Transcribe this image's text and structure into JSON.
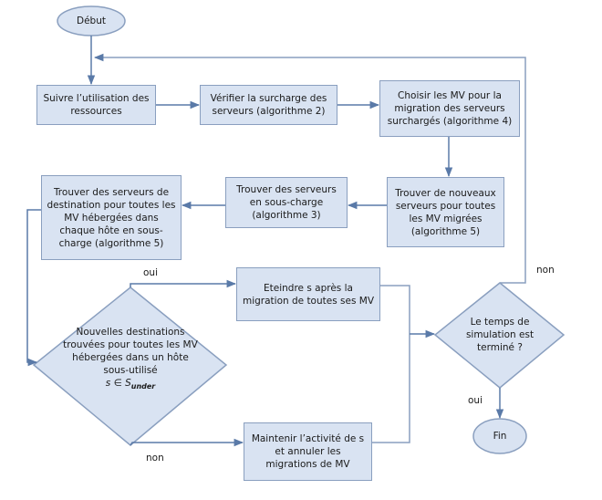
{
  "diagram": {
    "type": "flowchart",
    "colors": {
      "fill": "#d9e3f2",
      "stroke": "#8a9fbf",
      "arrow": "#5a7aa8",
      "text": "#1a1a1a"
    },
    "nodes": {
      "start": {
        "shape": "ellipse",
        "text": "Début"
      },
      "monitor": {
        "shape": "rect",
        "text": "Suivre l’utilisation des ressources"
      },
      "check_overload": {
        "shape": "rect",
        "text": "Vérifier la surcharge des serveurs (algorithme 2)"
      },
      "choose_vms": {
        "shape": "rect",
        "text": "Choisir les MV pour la migration des serveurs surchargés (algorithme 4)"
      },
      "find_new_servers": {
        "shape": "rect",
        "text": "Trouver de nouveaux serveurs pour toutes les MV migrées (algorithme  5)"
      },
      "find_underloaded": {
        "shape": "rect",
        "text": "Trouver des serveurs en sous-charge (algorithme 3)"
      },
      "find_destinations": {
        "shape": "rect",
        "text": "Trouver des serveurs de destination pour toutes les MV hébergées dans chaque hôte en sous-charge (algorithme 5)"
      },
      "decision_destinations": {
        "shape": "diamond",
        "text": "Nouvelles destinations trouvées pour toutes les MV hébergées dans un hôte sous-utilisé",
        "math_var": "s",
        "math_op": "∈",
        "math_set": "S",
        "math_sub": "under"
      },
      "shutdown": {
        "shape": "rect",
        "text": "Eteindre s après la migration de toutes ses MV"
      },
      "keep_active": {
        "shape": "rect",
        "text": "Maintenir l’activité de s et annuler les migrations de MV"
      },
      "decision_time": {
        "shape": "diamond",
        "text": "Le temps de simulation est terminé ?"
      },
      "end": {
        "shape": "ellipse",
        "text": "Fin"
      }
    },
    "edges": [
      {
        "from": "start",
        "to": "monitor",
        "label": ""
      },
      {
        "from": "monitor",
        "to": "check_overload",
        "label": ""
      },
      {
        "from": "check_overload",
        "to": "choose_vms",
        "label": ""
      },
      {
        "from": "choose_vms",
        "to": "find_new_servers",
        "label": ""
      },
      {
        "from": "find_new_servers",
        "to": "find_underloaded",
        "label": ""
      },
      {
        "from": "find_underloaded",
        "to": "find_destinations",
        "label": ""
      },
      {
        "from": "find_destinations",
        "to": "decision_destinations",
        "label": ""
      },
      {
        "from": "decision_destinations",
        "to": "shutdown",
        "label": "oui"
      },
      {
        "from": "decision_destinations",
        "to": "keep_active",
        "label": "non"
      },
      {
        "from": "shutdown",
        "to": "decision_time",
        "label": ""
      },
      {
        "from": "keep_active",
        "to": "decision_time",
        "label": ""
      },
      {
        "from": "decision_time",
        "to": "monitor",
        "label": "non"
      },
      {
        "from": "decision_time",
        "to": "end",
        "label": "oui"
      }
    ],
    "edge_labels": {
      "yes_1": "oui",
      "no_1": "non",
      "no_2": "non",
      "yes_2": "oui"
    }
  }
}
